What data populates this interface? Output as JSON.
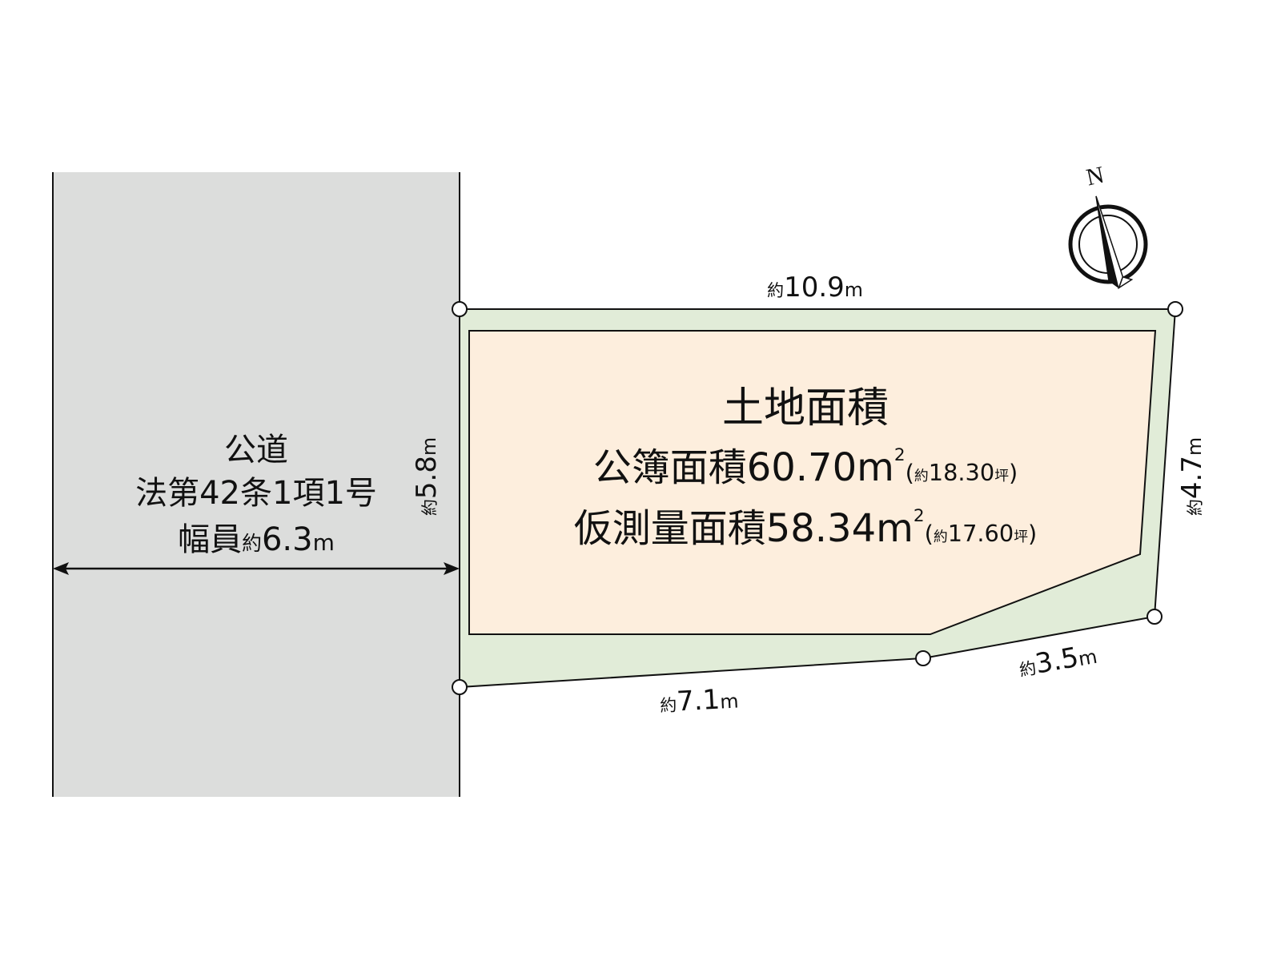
{
  "colors": {
    "road_fill": "#dcdddc",
    "lot_margin_fill": "#e1ecd8",
    "lot_inner_fill": "#fdeedd",
    "line": "#111111",
    "vertex_fill": "#ffffff"
  },
  "road": {
    "name": "公道",
    "legal_class": "法第42条1項1号",
    "width_label": "幅員",
    "width_prefix": "約",
    "width_value": "6.3",
    "width_unit": "m"
  },
  "lot": {
    "title": "土地面積",
    "registered": {
      "label": "公簿面積",
      "sqm": "60.70",
      "sqm_unit": "m",
      "sqm_sup": "2",
      "paren_open": "(",
      "tsubo_prefix": "約",
      "tsubo": "18.30",
      "tsubo_unit": "坪",
      "paren_close": ")"
    },
    "surveyed": {
      "label": "仮測量面積",
      "sqm": "58.34",
      "sqm_unit": "m",
      "sqm_sup": "2",
      "paren_open": "(",
      "tsubo_prefix": "約",
      "tsubo": "17.60",
      "tsubo_unit": "坪",
      "paren_close": ")"
    }
  },
  "dimensions": {
    "top": {
      "prefix": "約",
      "value": "10.9",
      "unit": "m"
    },
    "left": {
      "prefix": "約",
      "value": "5.8",
      "unit": "m"
    },
    "right": {
      "prefix": "約",
      "value": "4.7",
      "unit": "m"
    },
    "bottom_left": {
      "prefix": "約",
      "value": "7.1",
      "unit": "m"
    },
    "bottom_right": {
      "prefix": "約",
      "value": "3.5",
      "unit": "m"
    }
  },
  "compass": {
    "icon": "north-arrow-icon",
    "label": "N"
  }
}
